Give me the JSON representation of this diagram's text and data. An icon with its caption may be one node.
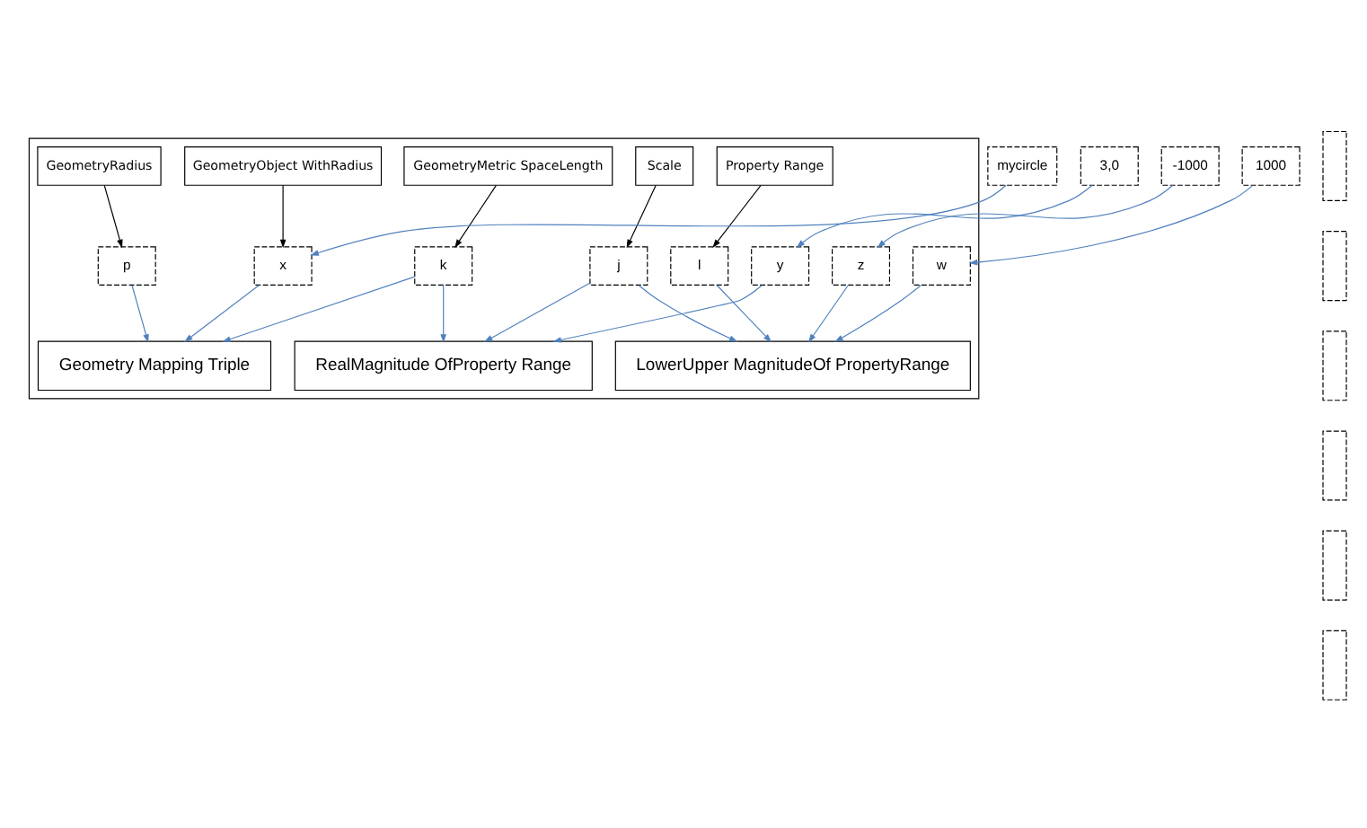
{
  "diagram": {
    "nodes": [
      {
        "text": [],
        "shape": "box"
      },
      {
        "text": [
          "GeometryRadius"
        ],
        "in": 0
      },
      {
        "text": [
          "p"
        ],
        "in": 0
      },
      {
        "text": [
          "Geometry Mapping Triple"
        ],
        "in": 0
      },
      {
        "text": [
          "Property Range"
        ],
        "in": 0
      },
      {
        "text": [
          "Scale"
        ],
        "in": 0
      },
      {
        "text": [
          "GeometryMetric SpaceLength"
        ],
        "in": 0
      },
      {
        "text": [
          "l"
        ],
        "in": 0
      },
      {
        "text": [
          "j"
        ],
        "in": 0
      },
      {
        "text": [
          "k"
        ],
        "in": 0
      },
      {
        "text": [
          "x"
        ],
        "in": 0
      },
      {
        "text": [
          "z"
        ],
        "in": 0
      },
      {
        "text": [
          "w"
        ],
        "in": 0
      },
      {
        "text": [
          "LowerUpper MagnitudeOf PropertyRange"
        ],
        "in": 0
      },
      {
        "text": [
          "RealMagnitude OfProperty Range"
        ],
        "in": 0
      },
      {
        "text": [
          "GeometryObject WithRadius"
        ],
        "in": 0
      },
      {
        "text": [
          "y"
        ],
        "in": 0
      },
      {
        "text": [
          "-1000"
        ]
      },
      {
        "text": [
          "1000"
        ]
      },
      {
        "text": [
          "mycircle"
        ]
      },
      {
        "text": [
          "3,0"
        ]
      },
      {
        "text": [],
        "shape": "box"
      },
      {
        "text": [],
        "shape": "box"
      },
      {
        "text": [],
        "shape": "box"
      },
      {
        "text": [],
        "shape": "box"
      },
      {
        "text": [],
        "shape": "box"
      },
      {
        "text": [],
        "shape": "box"
      }
    ],
    "edges": [
      {
        "from": 1,
        "to": 2,
        "arrow": "to",
        "color": "#000000"
      },
      {
        "from": 2,
        "to": 3,
        "arrow": "to"
      },
      {
        "from": 4,
        "to": 7,
        "arrow": "to",
        "color": "#000000"
      },
      {
        "from": 5,
        "to": 8,
        "arrow": "to",
        "color": "#000000"
      },
      {
        "from": 6,
        "to": 9,
        "arrow": "to",
        "color": "#000000"
      },
      {
        "from": 9,
        "to": 3,
        "arrow": "to"
      },
      {
        "from": 10,
        "to": 3,
        "arrow": "to"
      },
      {
        "from": 19,
        "to": 10,
        "arrow": "to"
      },
      {
        "from": 15,
        "to": 10,
        "arrow": "to",
        "color": "#000000"
      },
      {
        "from": 8,
        "to": 13,
        "arrow": "to"
      },
      {
        "from": 8,
        "to": 14,
        "arrow": "to"
      },
      {
        "from": 7,
        "to": 13,
        "arrow": "to"
      },
      {
        "from": 9,
        "to": 14,
        "arrow": "to"
      },
      {
        "from": 17,
        "to": 11,
        "arrow": "to"
      },
      {
        "from": 18,
        "to": 12,
        "arrow": "to"
      },
      {
        "from": 11,
        "to": 13,
        "arrow": "to"
      },
      {
        "from": 12,
        "to": 13,
        "arrow": "to"
      },
      {
        "from": 20,
        "to": 16,
        "arrow": "to"
      },
      {
        "from": 16,
        "to": 14,
        "arrow": "to"
      }
    ]
  }
}
